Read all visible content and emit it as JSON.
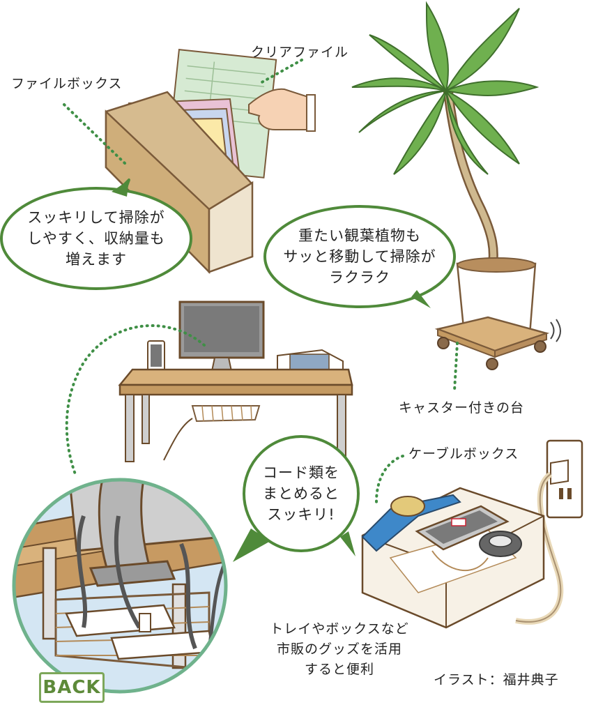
{
  "labels": {
    "file_box": "ファイルボックス",
    "clear_file": "クリアファイル",
    "caster_stand": "キャスター付きの台",
    "cable_box": "ケーブルボックス",
    "credit": "イラスト：福井典子"
  },
  "bubbles": {
    "file": [
      "スッキリして掃除が",
      "しやすく、収納量も",
      "増えます"
    ],
    "plant": [
      "重たい観葉植物も",
      "サッと移動して掃除が",
      "ラクラク"
    ],
    "cord": [
      "コード類を",
      "まとめると",
      "スッキリ!"
    ]
  },
  "note": [
    "トレイやボックスなど",
    "市販のグッズを活用",
    "すると便利"
  ],
  "nav": {
    "back_label": "BACK"
  },
  "colors": {
    "green": "#4f8a3a",
    "dotted": "#3f8f46",
    "wood": "#d9b27c",
    "circle_border": "#6fb28c"
  }
}
